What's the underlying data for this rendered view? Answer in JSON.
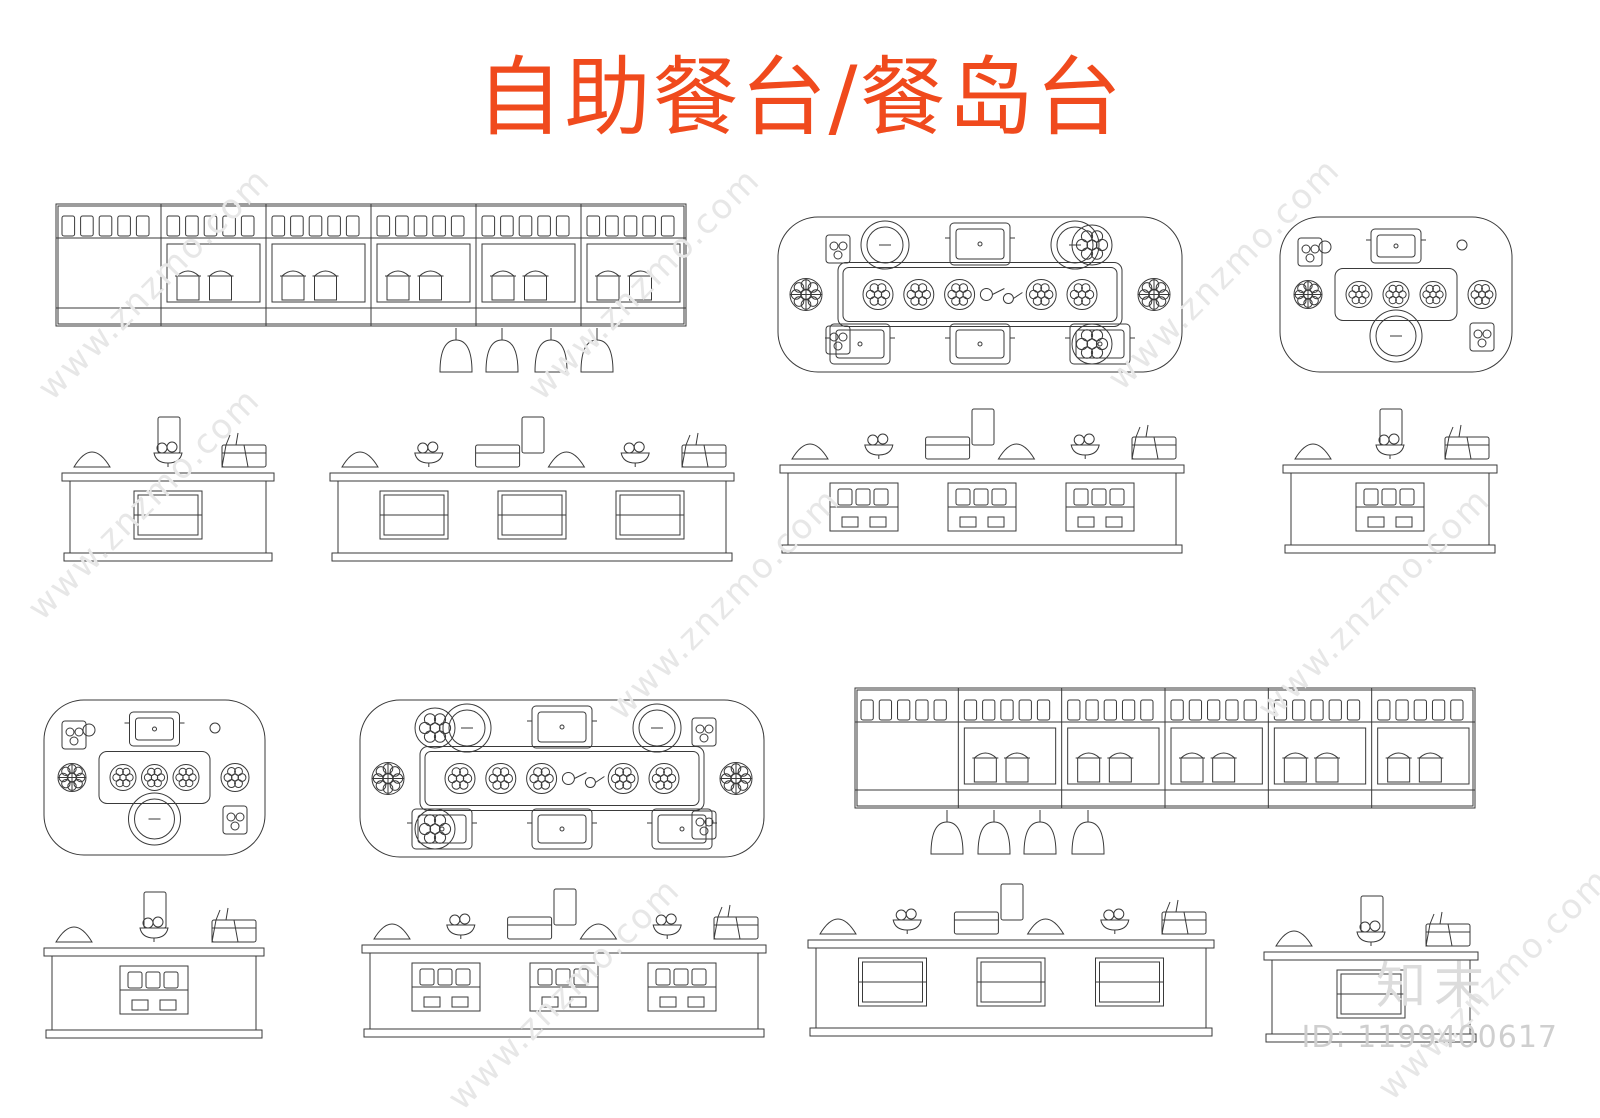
{
  "title": "自助餐台/餐岛台",
  "brand": {
    "logo_text": "知末",
    "id_label": "ID: 1199400617",
    "watermark": "www.znzmo.com"
  },
  "colors": {
    "title": "#f04a1d",
    "line": "#3a3a3a",
    "watermark": "#e7e7e7"
  }
}
